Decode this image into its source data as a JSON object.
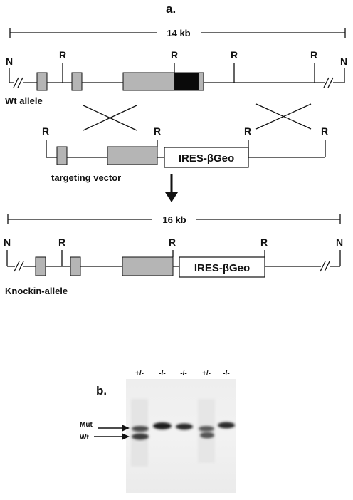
{
  "panel_a": {
    "label": "a.",
    "scale_top": "14 kb",
    "scale_bottom": "16 kb",
    "wt_label": "Wt allele",
    "vector_label": "targeting vector",
    "ki_label": "Knockin-allele",
    "cassette": "IRES-βGeo",
    "site_N": "N",
    "site_R": "R"
  },
  "panel_b": {
    "label": "b.",
    "lanes": [
      "+/-",
      "-/-",
      "-/-",
      "+/-",
      "-/-"
    ],
    "mut_label": "Mut",
    "wt_label": "Wt"
  }
}
